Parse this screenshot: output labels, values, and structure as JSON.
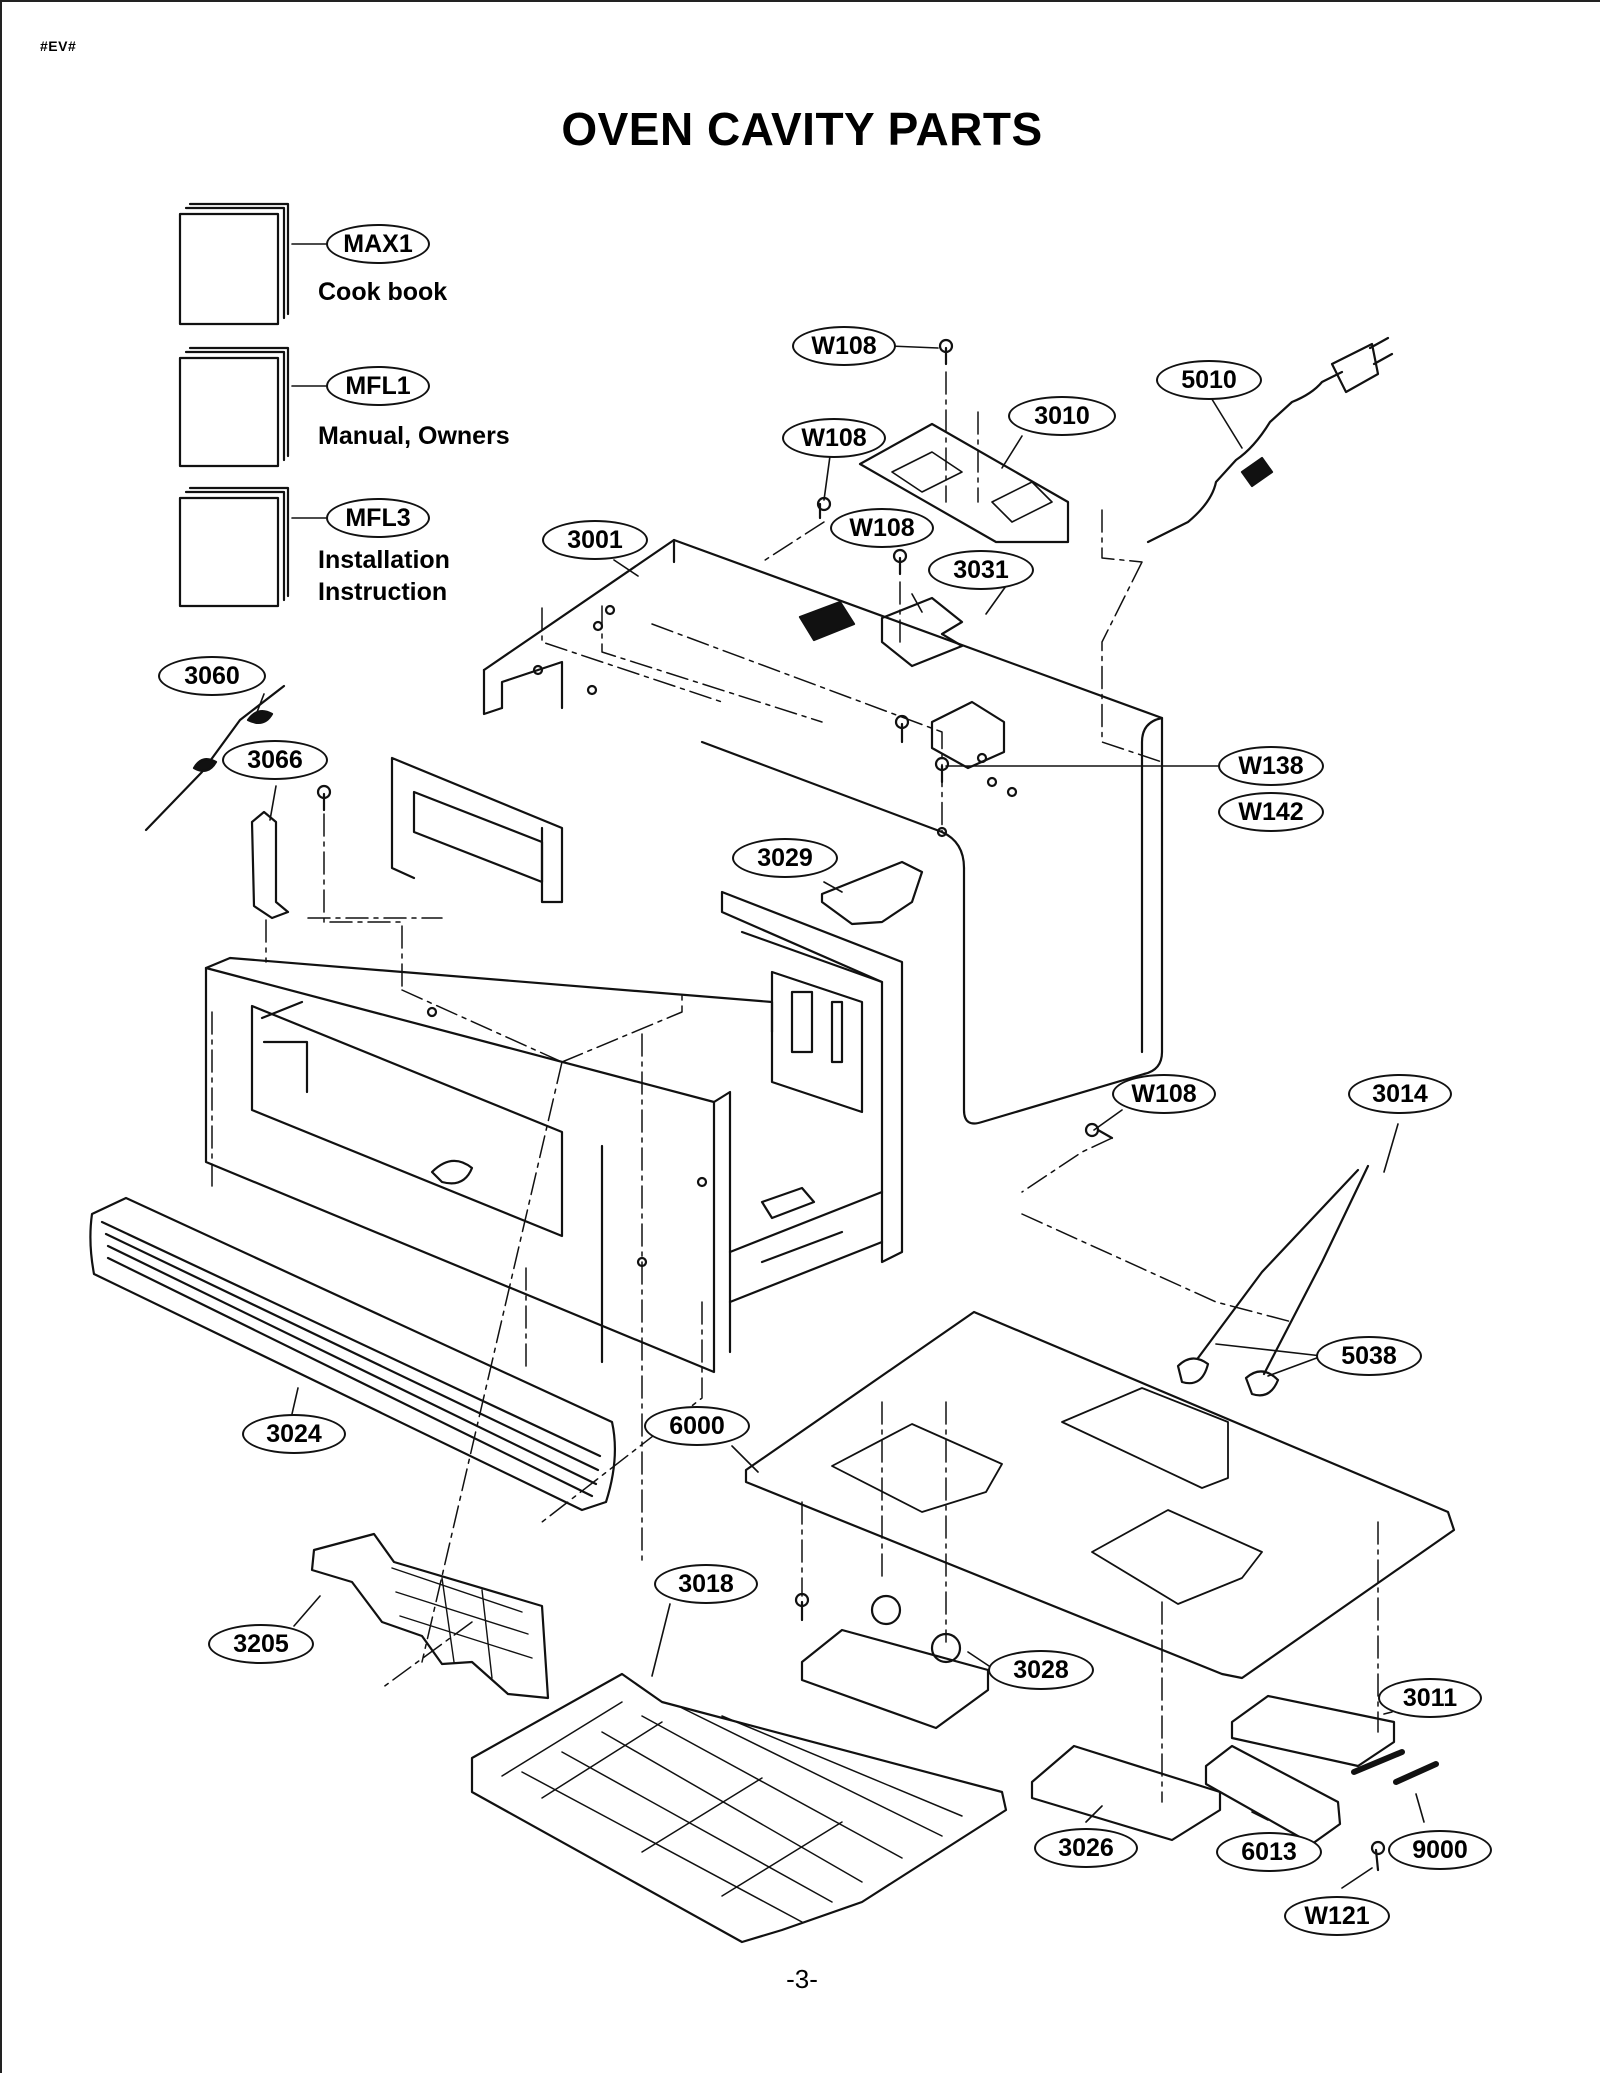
{
  "header_tag": "#EV#",
  "title": "OVEN CAVITY PARTS",
  "page_number": "-3-",
  "literature": [
    {
      "code": "MAX1",
      "desc_lines": [
        "Cook book"
      ]
    },
    {
      "code": "MFL1",
      "desc_lines": [
        "Manual, Owners"
      ]
    },
    {
      "code": "MFL3",
      "desc_lines": [
        "Installation",
        "Instruction"
      ]
    }
  ],
  "callouts": {
    "w108_a": "W108",
    "w108_b": "W108",
    "w108_c": "W108",
    "w108_d": "W108",
    "p3010": "3010",
    "p5010": "5010",
    "p3001": "3001",
    "p3031": "3031",
    "p3060": "3060",
    "p3066": "3066",
    "w138": "W138",
    "w142": "W142",
    "p3029": "3029",
    "p3014": "3014",
    "p5038": "5038",
    "p3024": "3024",
    "p6000": "6000",
    "p3018": "3018",
    "p3205": "3205",
    "p3028": "3028",
    "p3011": "3011",
    "p3026": "3026",
    "p6013": "6013",
    "p9000": "9000",
    "w121": "W121"
  }
}
